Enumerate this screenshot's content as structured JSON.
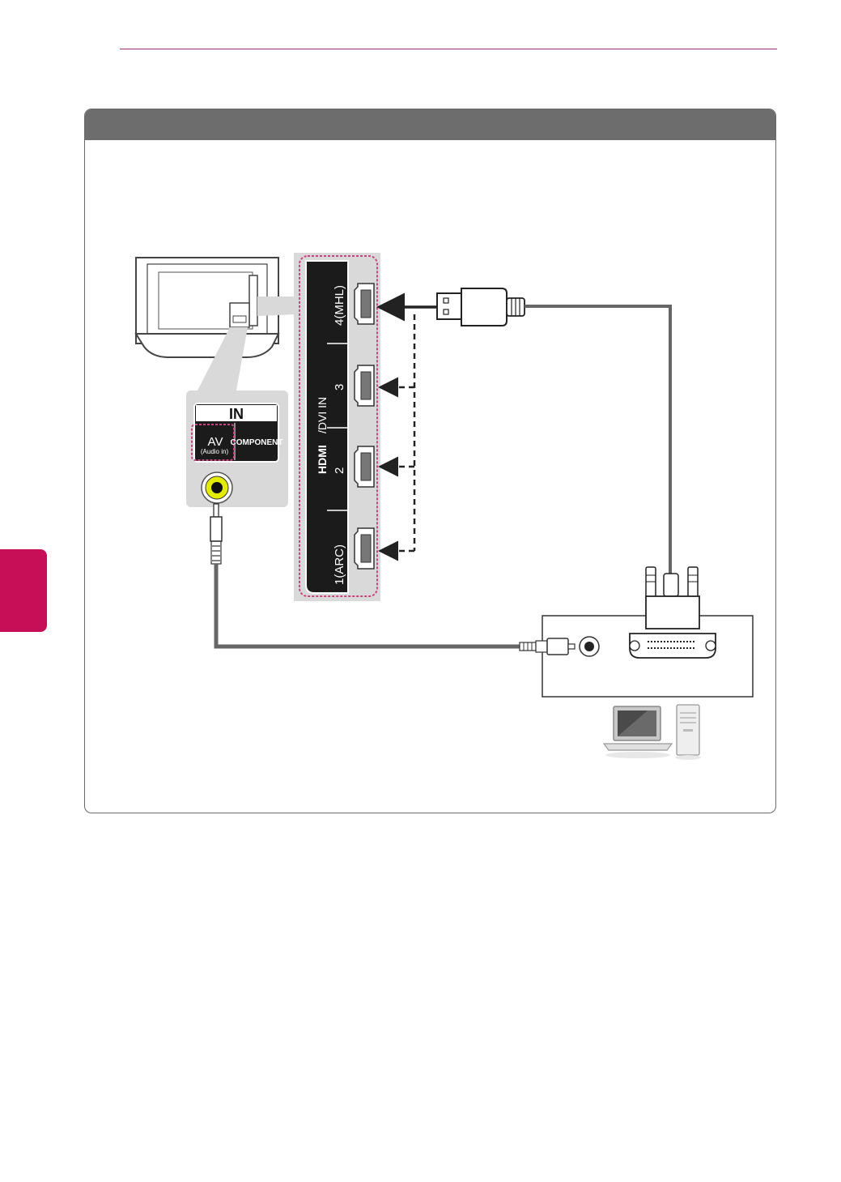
{
  "page": {
    "accent_color": "#c70f57",
    "rule_color": "#9e2f7e",
    "header_color": "#6d6d6d"
  },
  "diagram": {
    "in_label": "IN",
    "av_label": "AV",
    "audio_in_label": "(Audio in)",
    "component_label": "COMPONENT",
    "hdmi_label": "HDMI",
    "dvi_in_label": "/DVI IN",
    "port_labels": [
      "4(MHL)",
      "3",
      "2",
      "1(ARC)"
    ],
    "icons": [
      "tv-back-icon",
      "laptop-icon",
      "desktop-tower-icon",
      "hdmi-plug-icon",
      "dvi-connector-icon",
      "audio-jack-icon"
    ]
  }
}
